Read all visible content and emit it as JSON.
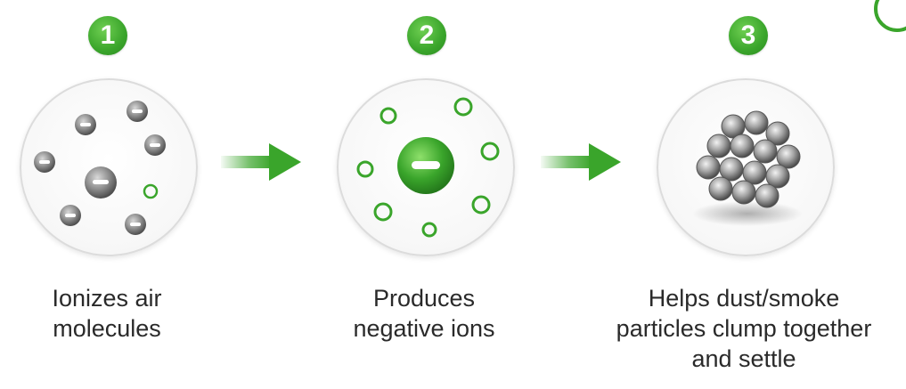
{
  "colors": {
    "accent": "#3aa52b",
    "accent_light": "#6fcf52",
    "text": "#2a2a2a",
    "particle": "#8a8a8a"
  },
  "steps": [
    {
      "number": "1",
      "caption_lines": [
        "Ionizes air",
        "molecules"
      ],
      "icon": "gray-negative-particles-icon"
    },
    {
      "number": "2",
      "caption_lines": [
        "Produces",
        "negative ions"
      ],
      "icon": "negative-ion-icon"
    },
    {
      "number": "3",
      "caption_lines": [
        "Helps dust/smoke",
        "particles clump together",
        "and settle"
      ],
      "icon": "clumped-particles-icon"
    }
  ],
  "arrows": [
    {
      "icon": "right-arrow-icon"
    },
    {
      "icon": "right-arrow-icon"
    }
  ]
}
